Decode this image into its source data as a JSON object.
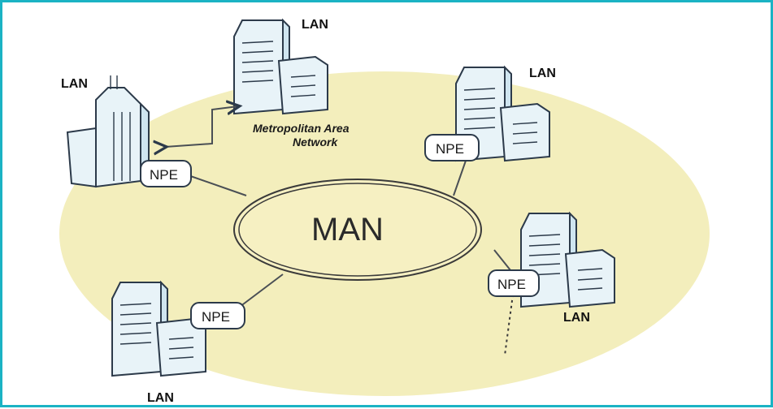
{
  "diagram": {
    "center_label": "MAN",
    "network_caption_line1": "Metropolitan Area",
    "network_caption_line2": "Network",
    "lan_label": "LAN",
    "npe_label": "NPE",
    "colors": {
      "border": "#1bb3c4",
      "ellipse_fill": "#f3eebc",
      "device_fill": "#e8f3f8",
      "line": "#2c3a4a"
    },
    "nodes": [
      {
        "name": "LAN",
        "has_npe": true,
        "icon": "skyscraper-building-icon"
      },
      {
        "name": "LAN",
        "has_npe": false,
        "icon": "server-rack-icon"
      },
      {
        "name": "LAN",
        "has_npe": true,
        "icon": "server-rack-icon"
      },
      {
        "name": "LAN",
        "has_npe": true,
        "icon": "server-rack-icon"
      },
      {
        "name": "LAN",
        "has_npe": true,
        "icon": "server-rack-icon"
      }
    ]
  }
}
